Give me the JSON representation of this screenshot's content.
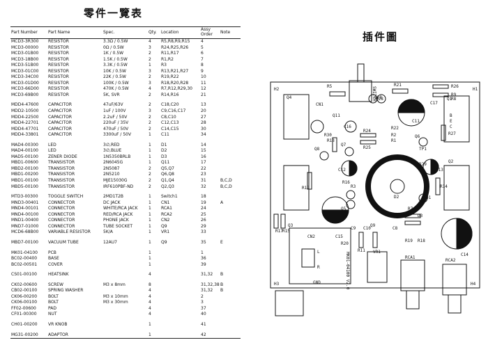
{
  "bom": {
    "title": "零件一覽表",
    "headers": {
      "part_number": "Part Number",
      "part_name": "Part Name",
      "spec": "Spec.",
      "qty": "Qty.",
      "location": "Location",
      "assy": "Assy Order",
      "note": "Note"
    },
    "groups": [
      [
        [
          "MCD3-3R300",
          "RESISTOR",
          "3.3Ω / 0.5W",
          "4",
          "R5,R8,R9,R15",
          "4",
          ""
        ],
        [
          "MCD3-00000",
          "RESISTOR",
          "0Ω / 0.5W",
          "3",
          "R24,R25,R26",
          "5",
          ""
        ],
        [
          "MCD3-01B00",
          "RESISTOR",
          "1K / 0.5W",
          "2",
          "R11,R17",
          "6",
          ""
        ],
        [
          "MCD3-18B00",
          "RESISTOR",
          "1.5K / 0.5W",
          "2",
          "R1,R2",
          "7",
          ""
        ],
        [
          "MCD3-51B00",
          "RESISTOR",
          "3.3K / 0.5W",
          "1",
          "R3",
          "8",
          ""
        ],
        [
          "MCD3-01C00",
          "RESISTOR",
          "10K / 0.5W",
          "3",
          "R13,R21,R27",
          "9",
          ""
        ],
        [
          "MCD3-34C00",
          "RESISTOR",
          "22K / 0.5W",
          "2",
          "R19,R22",
          "10",
          ""
        ],
        [
          "MCD3-01D00",
          "RESISTOR",
          "100K / 0.5W",
          "3",
          "R18,R20,R28",
          "11",
          ""
        ],
        [
          "MCD3-66D00",
          "RESISTOR",
          "470K / 0.5W",
          "4",
          "R7,R12,R29,30",
          "12",
          ""
        ],
        [
          "MCD3-69B00",
          "RESISTOR",
          "5K, SVR",
          "2",
          "R14,R16",
          "21",
          ""
        ]
      ],
      [
        [
          "MDD4-47600",
          "CAPACITOR",
          "47uF/63V",
          "2",
          "C18,C20",
          "13",
          ""
        ],
        [
          "MDD2-10500",
          "CAPACITOR",
          "1uF / 100V",
          "3",
          "C9,C16,C17",
          "20",
          ""
        ],
        [
          "MDD4-22500",
          "CAPACITOR",
          "2.2uF / 50V",
          "2",
          "C8,C10",
          "27",
          ""
        ],
        [
          "MDD4-22701",
          "CAPACITOR",
          "220uF / 35V",
          "2",
          "C12,C13",
          "28",
          ""
        ],
        [
          "MDD4-47701",
          "CAPACITOR",
          "470uF / 50V",
          "2",
          "C14,C15",
          "30",
          ""
        ],
        [
          "MDD4-33801",
          "CAPACITOR",
          "3300uF / 50V",
          "1",
          "C11",
          "34",
          ""
        ]
      ],
      [
        [
          "MAD4-00300",
          "LED",
          "3∅,RED",
          "1",
          "D1",
          "14",
          ""
        ],
        [
          "MAD4-00100",
          "LED",
          "3∅,BLUE",
          "1",
          "D2",
          "15",
          ""
        ],
        [
          "MAD5-00100",
          "ZENER DIODE",
          "1N5350BRLB",
          "1",
          "D3",
          "16",
          ""
        ],
        [
          "MBD1-00600",
          "TRANSISTOR",
          "2N6045G",
          "1",
          "Q11",
          "17",
          ""
        ],
        [
          "MBD2-00100",
          "TRANSISTOR",
          "2N5087",
          "2",
          "Q5,Q7",
          "22",
          ""
        ],
        [
          "MBD1-00200",
          "TRANSISTOR",
          "2N5210",
          "2",
          "Q6,Q8",
          "23",
          ""
        ],
        [
          "MBD1-00100",
          "TRANSISTOR",
          "MJE15030G",
          "2",
          "Q1,Q4",
          "31",
          "B,C,D"
        ],
        [
          "MBD5-00100",
          "TRANSISTOR",
          "IRF610PBF-ND",
          "2",
          "Q2,Q3",
          "32",
          "B,C,D"
        ]
      ],
      [
        [
          "MTD3-00300",
          "TOGGLE SWITCH",
          "2MD1T2B",
          "1",
          "Switch1",
          "18",
          ""
        ],
        [
          "MND3-00401",
          "CONNECTOR",
          "DC JACK",
          "1",
          "CN1",
          "19",
          "A"
        ],
        [
          "MND4-00101",
          "CONNECTOR",
          "WHITE/RCA JACK",
          "1",
          "RCA1",
          "24",
          ""
        ],
        [
          "MND4-00100",
          "CONNECTOR",
          "RED/RCA JACK",
          "1",
          "RCA2",
          "25",
          ""
        ],
        [
          "MND1-00400",
          "CONNECTOR",
          "PHONE JACK",
          "1",
          "CN2",
          "26",
          ""
        ],
        [
          "MND7-01000",
          "CONNECTOR",
          "TUBE SOCKET",
          "1",
          "Q9",
          "29",
          ""
        ],
        [
          "MCD6-68B00",
          "VARIABLE RESISTOR",
          "5K/A",
          "1",
          "VR1",
          "33",
          ""
        ]
      ],
      [
        [
          "MBD7-00100",
          "VACUUM TUBE",
          "12AU7",
          "1",
          "Q9",
          "35",
          "E"
        ]
      ],
      [
        [
          "MK01-04100",
          "PCB",
          "",
          "1",
          "",
          "1",
          ""
        ],
        [
          "BC02-00400",
          "BASE",
          "",
          "1",
          "",
          "36",
          ""
        ],
        [
          "BC02-00501",
          "COVER",
          "",
          "1",
          "",
          "39",
          ""
        ]
      ],
      [
        [
          "CS01-00100",
          "HEATSINK",
          "",
          "4",
          "",
          "31,32",
          "B"
        ]
      ],
      [
        [
          "CK02-00600",
          "SCREW",
          "M3 x 8mm",
          "8",
          "",
          "31,32,38",
          "B"
        ],
        [
          "CB02-00100",
          "SPRING WASHER",
          "",
          "4",
          "",
          "31,32",
          "B"
        ],
        [
          "CK06-00200",
          "BOLT",
          "M3 x 10mm",
          "4",
          "",
          "2",
          ""
        ],
        [
          "CK06-00100",
          "BOLT",
          "M3 x 30mm",
          "4",
          "",
          "3",
          ""
        ],
        [
          "FF02-00600",
          "PAD",
          "",
          "4",
          "",
          "37",
          ""
        ],
        [
          "CF01-00300",
          "NUT",
          "",
          "4",
          "",
          "40",
          ""
        ]
      ],
      [
        [
          "CH01-00200",
          "VR KNOB",
          "",
          "1",
          "",
          "41",
          ""
        ]
      ],
      [
        [
          "MG31-00200",
          "ADAPTOR",
          "",
          "1",
          "",
          "42",
          ""
        ]
      ]
    ]
  },
  "pcb": {
    "title": "插件圖",
    "labels": {
      "q4": "Q4",
      "q1": "Q1",
      "q2": "Q2",
      "q3": "Q3",
      "q5": "Q5",
      "q6": "Q6",
      "q7": "Q7",
      "q8": "Q8",
      "q9": "Q9",
      "q11": "Q11",
      "cn1": "CN1",
      "cn2": "CN2",
      "switch": "SWITCH",
      "vr1": "VR1",
      "rca1": "RCA1",
      "rca2": "RCA2",
      "d1": "D1",
      "d2": "D2",
      "d3": "D3",
      "tp1": "TP1",
      "h1": "H1",
      "h2": "H2",
      "h3": "H3",
      "h4": "H4",
      "l": "L",
      "r": "R",
      "gnd": "GND",
      "board_id": "MK01-04100 V2.0",
      "c8": "C8",
      "c9": "C9",
      "c10": "C10",
      "c11": "C11",
      "c12": "C12",
      "c13": "C13",
      "c14": "C14",
      "c15": "C15",
      "c16": "C16",
      "c17": "C17",
      "c18": "C18",
      "c20": "C20",
      "r1": "R1",
      "r2": "R2",
      "r3": "R3",
      "r5": "R5",
      "r7": "R7",
      "r8": "R8",
      "r9": "R9",
      "r11": "R11",
      "r12": "R12",
      "r13": "R13",
      "r14": "R14",
      "r15": "R15",
      "r16": "R16",
      "r17": "R17",
      "r18": "R18",
      "r19": "R19",
      "r20": "R20",
      "r21": "R21",
      "r22": "R22",
      "r24": "R24",
      "r25": "R25",
      "r26": "R26",
      "r27": "R27",
      "r28": "R28",
      "r29": "R29",
      "r30": "R30",
      "e": "E",
      "b": "B",
      "c": "C"
    }
  }
}
